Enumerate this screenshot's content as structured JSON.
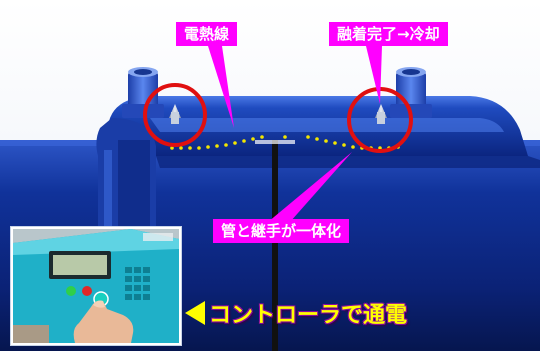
{
  "callouts": {
    "heater_wire": "電熱線",
    "fusion_complete": "融着完了→冷却",
    "pipe_joint_unified": "管と継手が一体化"
  },
  "caption": "コントローラで通電",
  "photo": {
    "subject": "controller-panel-photo",
    "panel_buttons": [
      "green",
      "red",
      "teal"
    ]
  },
  "colors": {
    "callout": "#ff00ff",
    "caption_text": "#ffff00",
    "pipe": "#0a2a8a",
    "highlight_circle": "#e01010",
    "heater_dots": "#f2e600"
  },
  "icons": {
    "caption_pointer": "left-arrow-icon"
  }
}
